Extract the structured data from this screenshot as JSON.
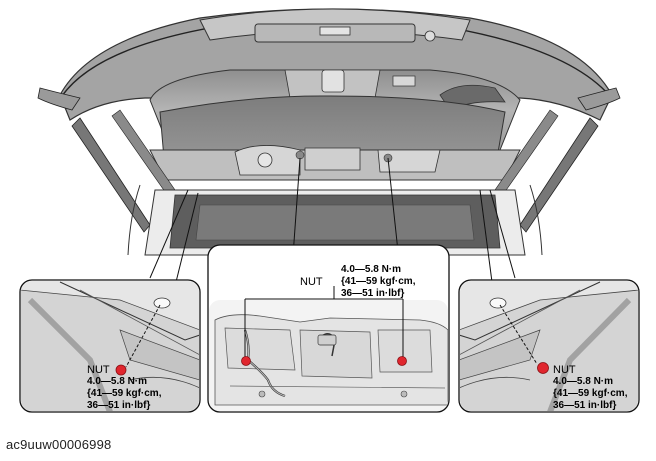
{
  "callouts": {
    "left": {
      "part": "NUT",
      "torque": [
        "4.0—5.8 N·m",
        "{41—59 kgf·cm,",
        "36—51 in·lbf}"
      ]
    },
    "center": {
      "part": "NUT",
      "torque": [
        "4.0—5.8 N·m",
        "{41—59 kgf·cm,",
        "36—51 in·lbf}"
      ]
    },
    "right": {
      "part": "NUT",
      "torque": [
        "4.0—5.8 N·m",
        "{41—59 kgf·cm,",
        "36—51 in·lbf}"
      ]
    }
  },
  "figure_id": "ac9uuw00006998",
  "colors": {
    "body_gray": "#a9a9a9",
    "panel_gray": "#d2d2d2",
    "nut_marker": "#e0262e",
    "outline": "#333333"
  }
}
